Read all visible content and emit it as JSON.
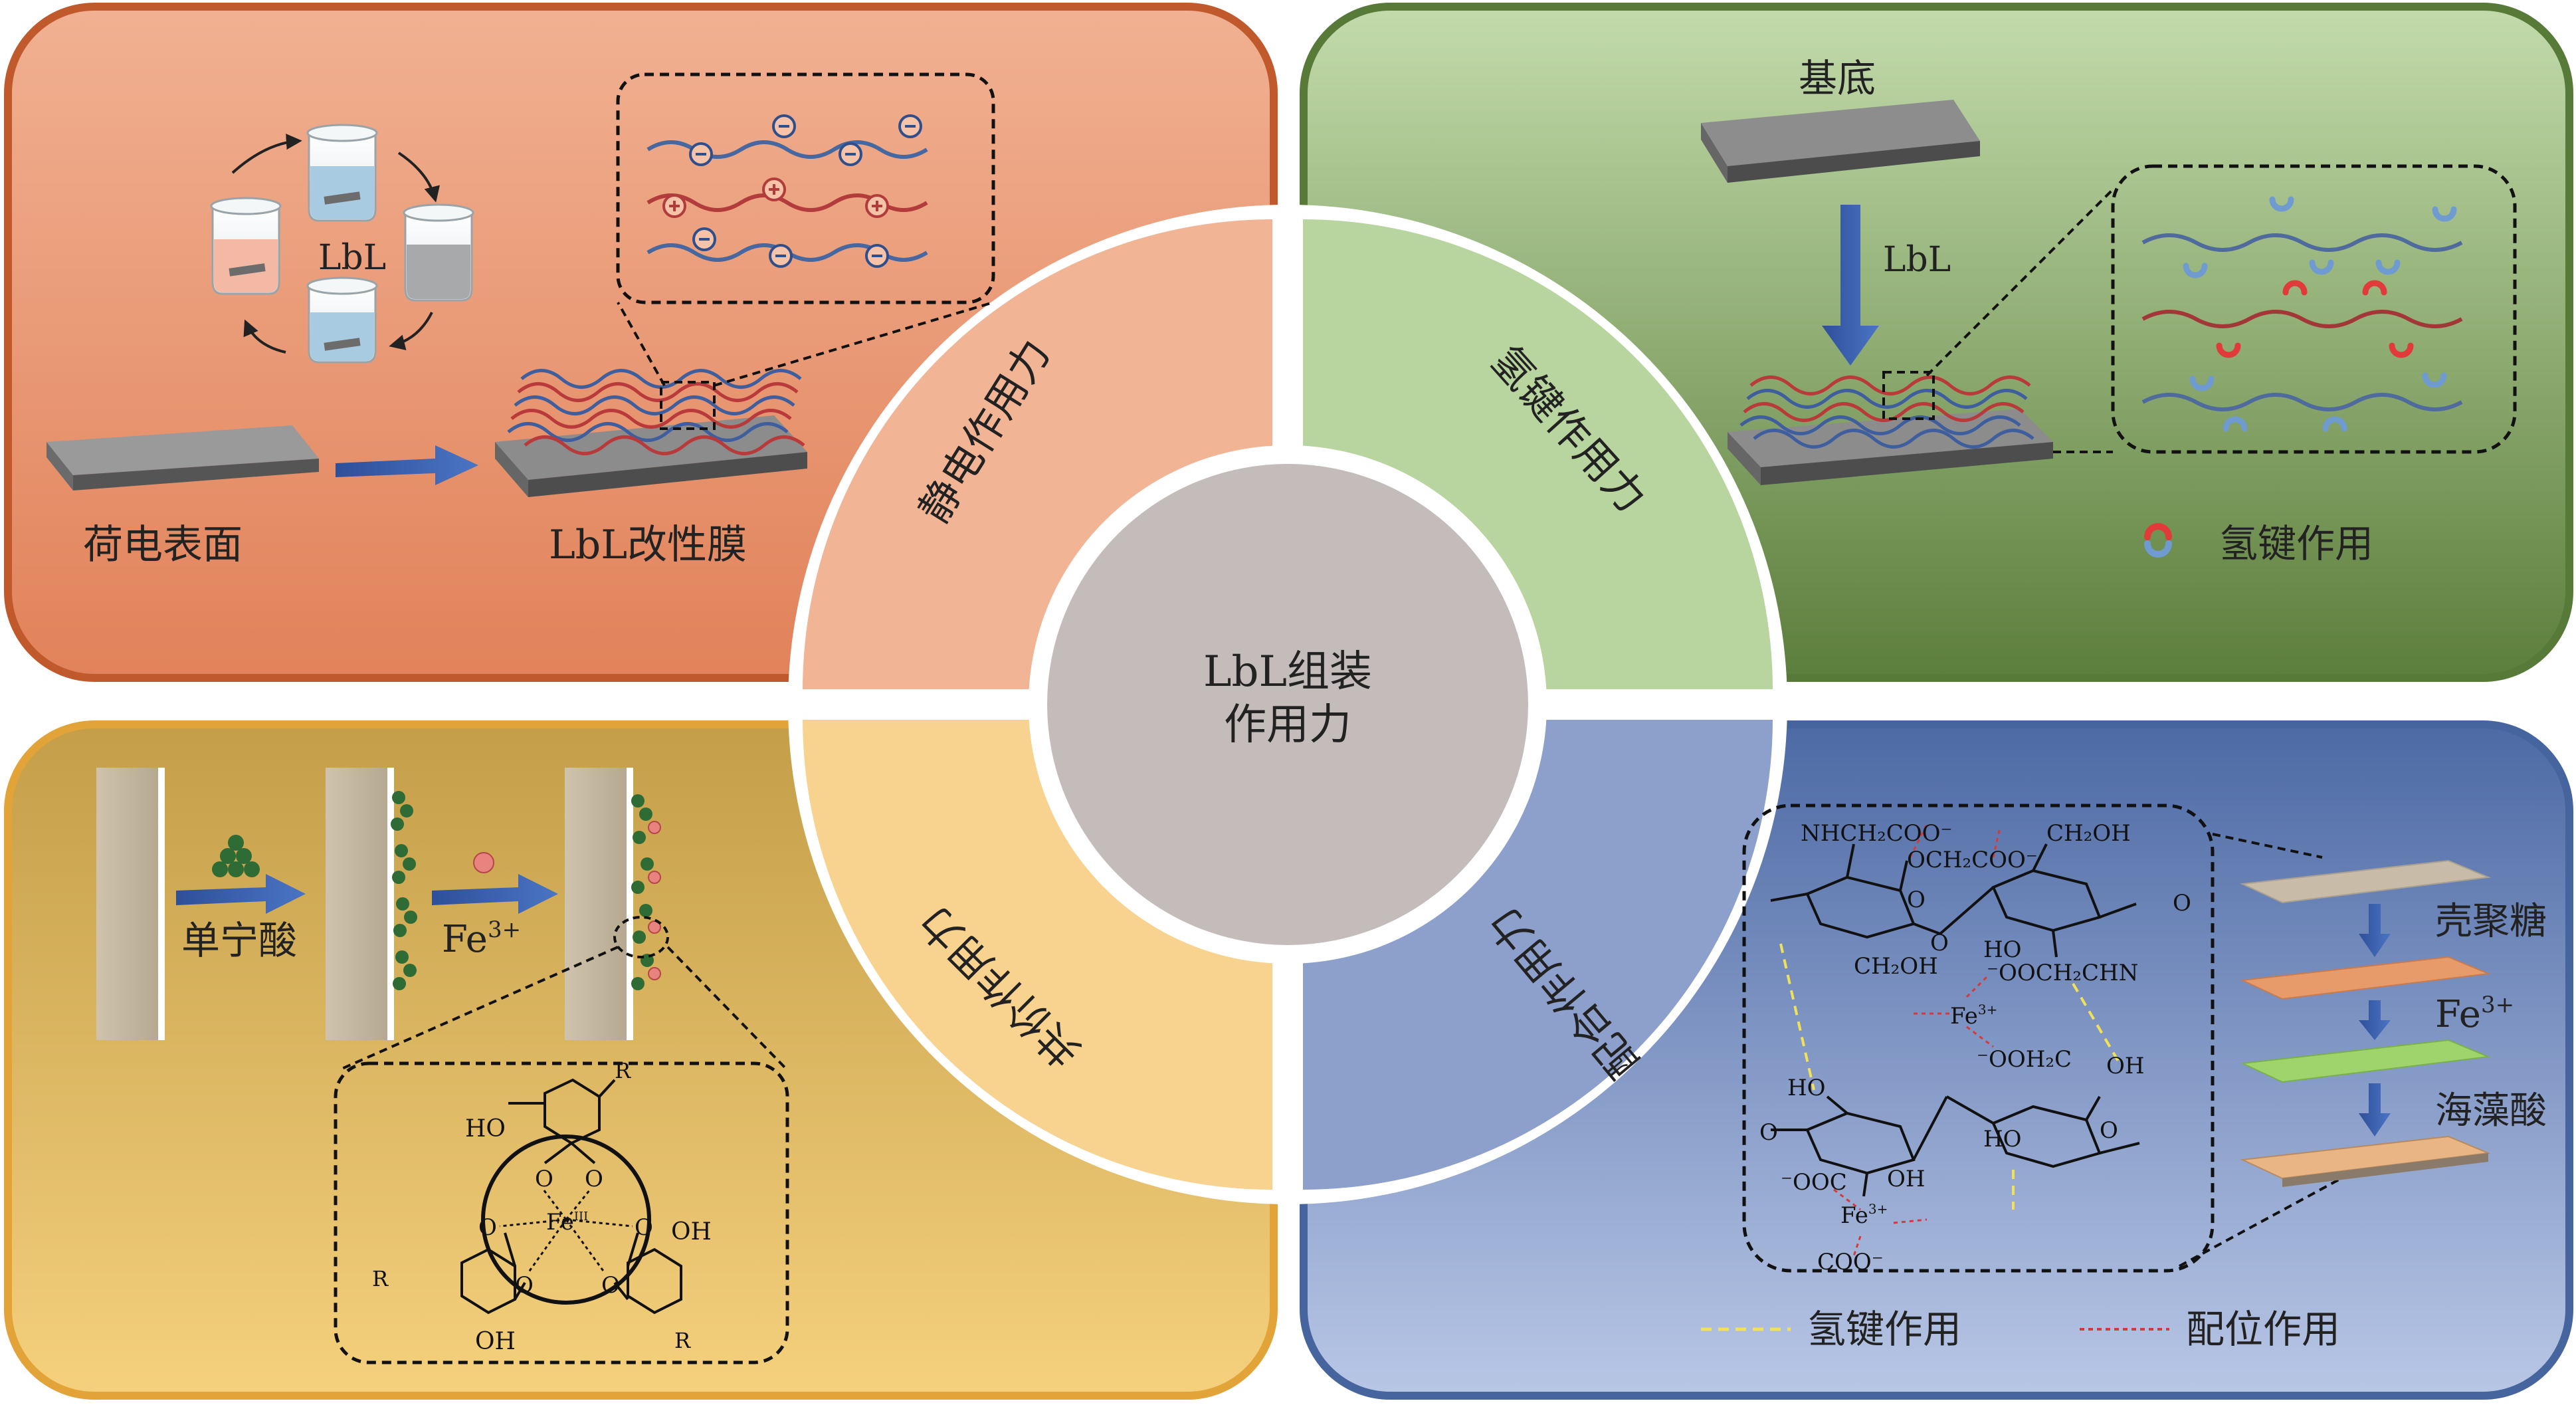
{
  "center": {
    "line1": "LbL组装",
    "line2": "作用力"
  },
  "ring": {
    "tl": "静电作用力",
    "tr": "氢键作用力",
    "bl": "共价作用力",
    "br": "配合作用力"
  },
  "tl": {
    "cycle_label": "LbL",
    "charged_surface": "荷电表面",
    "membrane": "LbL改性膜"
  },
  "tr": {
    "substrate": "基底",
    "arrow_label": "LbL",
    "legend_label": "氢键作用"
  },
  "bl": {
    "tannic_acid": "单宁酸",
    "fe_ion": "Fe",
    "fe_sup": "3+",
    "chem": {
      "ho_top": "HO",
      "r_top": "R",
      "oh_right": "OH",
      "r_left": "R",
      "oh_bottom": "OH",
      "r_bottom": "R",
      "fe": "Fe",
      "fe_ox": "III",
      "o": "O"
    }
  },
  "br": {
    "chem": {
      "nh": "NHCH₂COO⁻",
      "och": "OCH₂COO⁻",
      "ch2oh_top": "CH₂OH",
      "ch2oh_mid": "CH₂OH",
      "ho_mid": "HO",
      "ooch": "⁻OOCH₂CHN",
      "fe": "Fe",
      "fe_sup": "3+",
      "oohc": "⁻OOH₂C",
      "ho_left": "HO",
      "oh_right": "OH",
      "ho_r2": "HO",
      "oh_low": "OH",
      "ooc": "⁻OOC",
      "coo": "COO⁻",
      "o": "O"
    },
    "layers": {
      "chitosan": "壳聚糖",
      "fe": "Fe",
      "fe_sup": "3+",
      "alginate": "海藻酸"
    },
    "legend": {
      "hbond": "氢键作用",
      "coord": "配位作用"
    }
  }
}
